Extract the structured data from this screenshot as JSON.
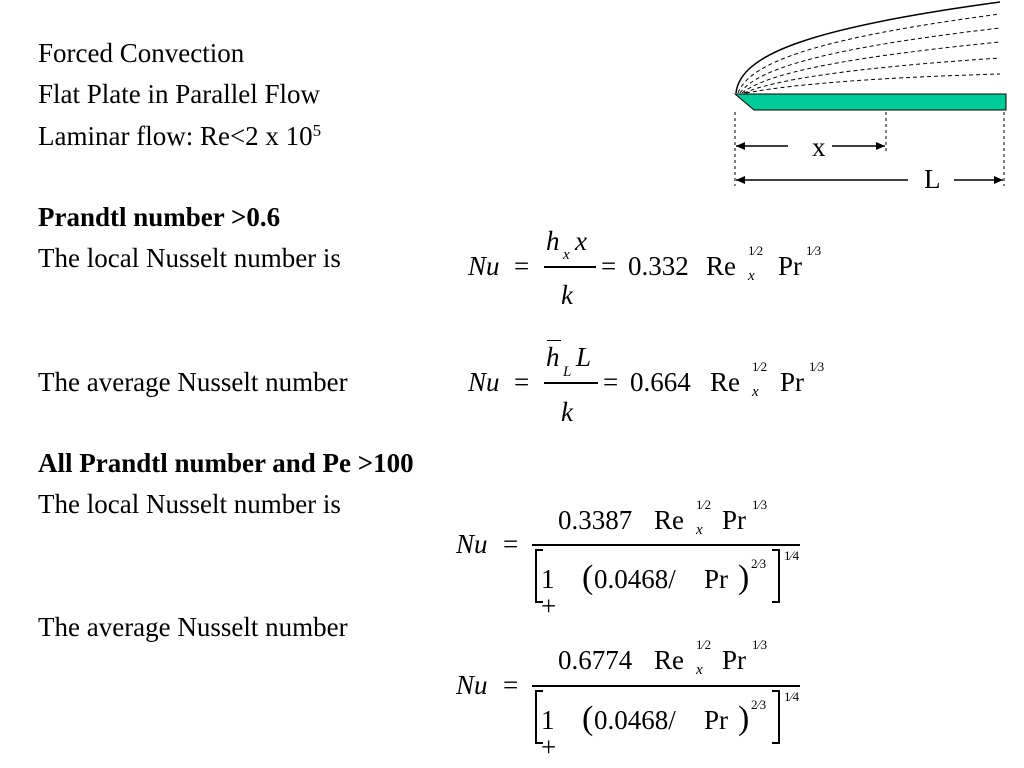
{
  "heading": {
    "line1": "Forced Convection",
    "line2": "Flat Plate in Parallel Flow",
    "line3_prefix": "Laminar flow: Re<2 x 10",
    "line3_exp": "5"
  },
  "section_pr06": {
    "title": "Prandtl number >0.6",
    "local_label": "The local Nusselt number is",
    "average_label": "The average Nusselt number"
  },
  "section_all": {
    "title": "All Prandtl number and  Pe >100",
    "local_label": "The local Nusselt number is",
    "average_label": "The average Nusselt number"
  },
  "equations": {
    "nu": "Nu",
    "eq": "=",
    "h": "h",
    "x": "x",
    "L": "L",
    "k": "k",
    "re": "Re",
    "pr": "Pr",
    "c_local_06": "0.332",
    "c_avg_06": "0.664",
    "c_local_all": "0.3387",
    "c_avg_all": "0.6774",
    "one_plus": "1 +",
    "inner": "0.0468/",
    "half": "1⁄2",
    "third": "1⁄3",
    "two_third": "2⁄3",
    "quarter": "1⁄4"
  },
  "diagram": {
    "x_label": "x",
    "L_label": "L",
    "plate_color": "#00cc99"
  }
}
